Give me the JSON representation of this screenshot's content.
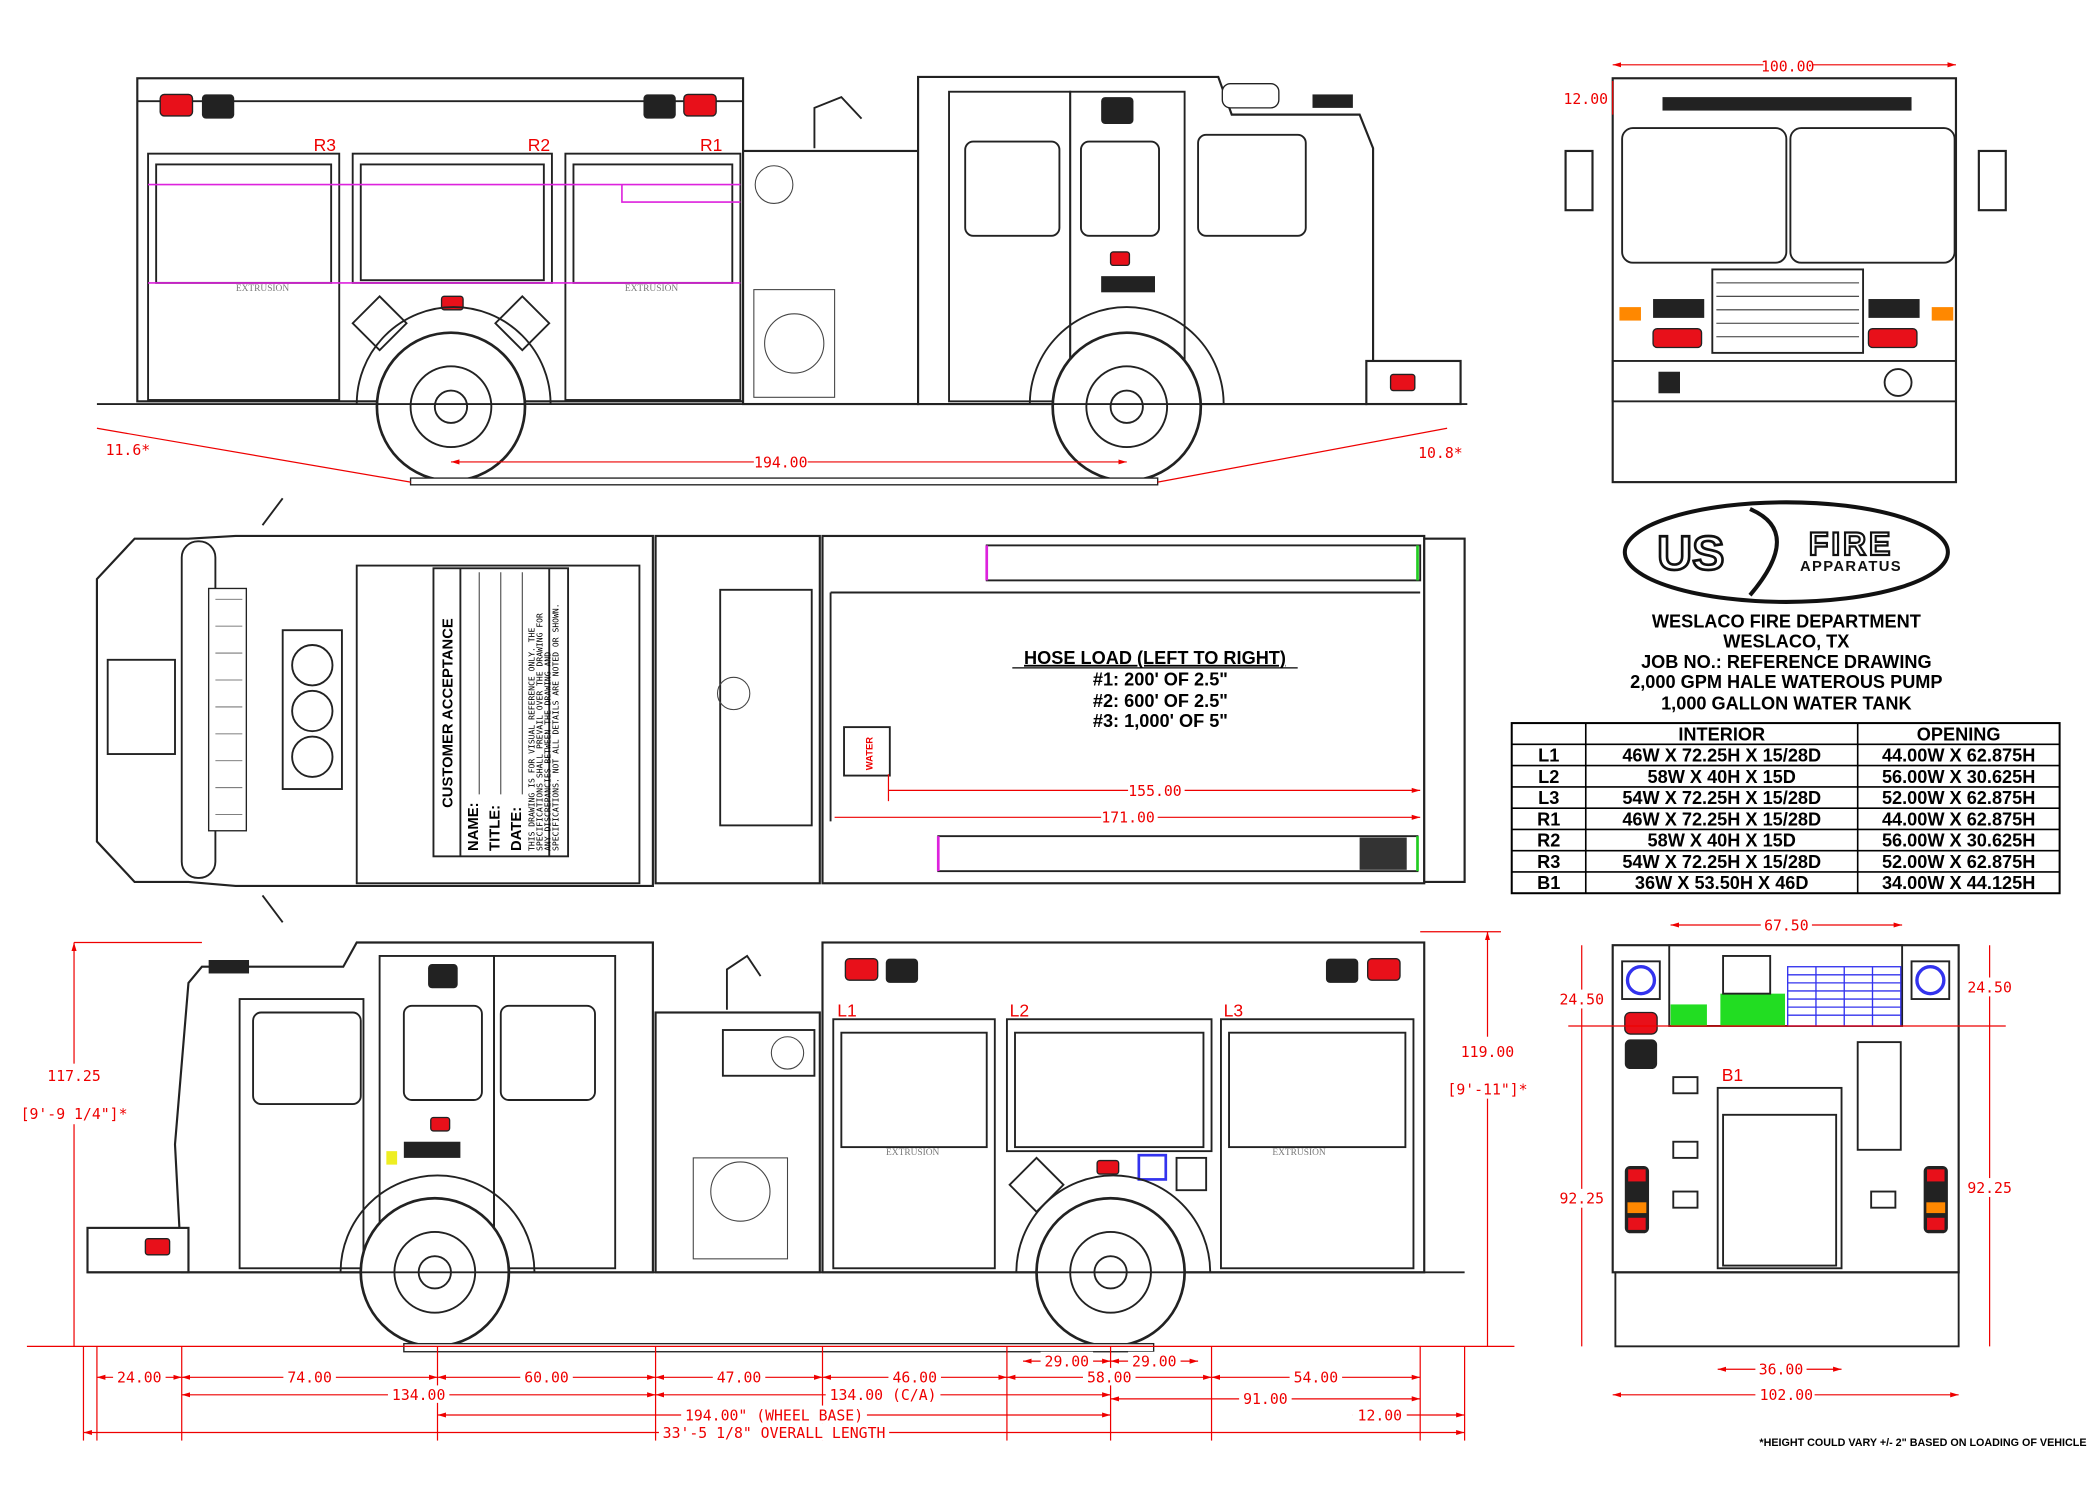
{
  "title_block": {
    "logo_text_us": "US",
    "logo_text_fire": "FIRE",
    "logo_text_apparatus": "APPARATUS",
    "lines": [
      "WESLACO FIRE DEPARTMENT",
      "WESLACO, TX",
      "JOB NO.: REFERENCE DRAWING",
      "2,000 GPM HALE WATEROUS PUMP",
      "1,000 GALLON WATER TANK"
    ]
  },
  "compartment_table": {
    "headers": [
      "",
      "INTERIOR",
      "OPENING"
    ],
    "rows": [
      [
        "L1",
        "46W X 72.25H X 15/28D",
        "44.00W X 62.875H"
      ],
      [
        "L2",
        "58W X 40H X 15D",
        "56.00W X 30.625H"
      ],
      [
        "L3",
        "54W X 72.25H X 15/28D",
        "52.00W X 62.875H"
      ],
      [
        "R1",
        "46W X 72.25H X 15/28D",
        "44.00W X 62.875H"
      ],
      [
        "R2",
        "58W X 40H X 15D",
        "56.00W X 30.625H"
      ],
      [
        "R3",
        "54W X 72.25H X 15/28D",
        "52.00W X 62.875H"
      ],
      [
        "B1",
        "36W X 53.50H X 46D",
        "34.00W X 44.125H"
      ]
    ]
  },
  "compartment_labels": {
    "r3": "R3",
    "r2": "R2",
    "r1": "R1",
    "l1": "L1",
    "l2": "L2",
    "l3": "L3",
    "b1": "B1",
    "extrusion": "EXTRUSION",
    "water": "WATER"
  },
  "hose_load": {
    "title": "HOSE LOAD (LEFT TO RIGHT)",
    "lines": [
      "#1:  200' OF 2.5\"",
      "#2:  600' OF 2.5\"",
      "#3:  1,000' OF 5\""
    ]
  },
  "customer_acceptance": {
    "title": "CUSTOMER ACCEPTANCE",
    "name_label": "NAME:",
    "title_label": "TITLE:",
    "date_label": "DATE:",
    "disclaimer": [
      "THIS DRAWING IS FOR VISUAL REFERENCE ONLY. THE",
      "SPECIFICATIONS SHALL PREVAIL OVER THE DRAWING FOR",
      "ANY DISCREPANCIES BETWEEN THE DRAWING AND",
      "SPECIFICATIONS. NOT ALL DETAILS ARE NOTED OR SHOWN."
    ]
  },
  "dimensions": {
    "top_view": {
      "approach_angle": "11.6*",
      "departure_angle": "10.8*",
      "wheelbase": "194.00"
    },
    "front_view": {
      "width": "100.00",
      "light_height": "12.00"
    },
    "plan_view": {
      "hosebed_155": "155.00",
      "hosebed_171": "171.00"
    },
    "left_view": {
      "height_cab": "117.25",
      "height_cab_ft": "[9'-9 1/4\"]*",
      "height_body": "119.00",
      "height_body_ft": "[9'-11\"]*",
      "d24": "24.00",
      "d74": "74.00",
      "d60": "60.00",
      "d47": "47.00",
      "d46": "46.00",
      "d58": "58.00",
      "d29a": "29.00",
      "d29b": "29.00",
      "d54": "54.00",
      "d134": "134.00",
      "d134ca": "134.00 (C/A)",
      "d91": "91.00",
      "wheelbase": "194.00\" (WHEEL BASE)",
      "d12": "12.00",
      "overall": "33'-5 1/8\" OVERALL LENGTH"
    },
    "rear_view": {
      "top_width": "67.50",
      "upper_left": "24.50",
      "upper_right": "24.50",
      "lower_left": "92.25",
      "lower_right": "92.25",
      "b1_width": "36.00",
      "overall_width": "102.00"
    }
  },
  "footnote": "*HEIGHT COULD VARY +/- 2\" BASED ON LOADING OF VEHICLE",
  "colors": {
    "dimension": "#e00000",
    "warning_light": "#e8101a",
    "hose_green": "#22dd22",
    "hose_blue": "#3344ee",
    "guide_magenta": "#dd22dd"
  }
}
